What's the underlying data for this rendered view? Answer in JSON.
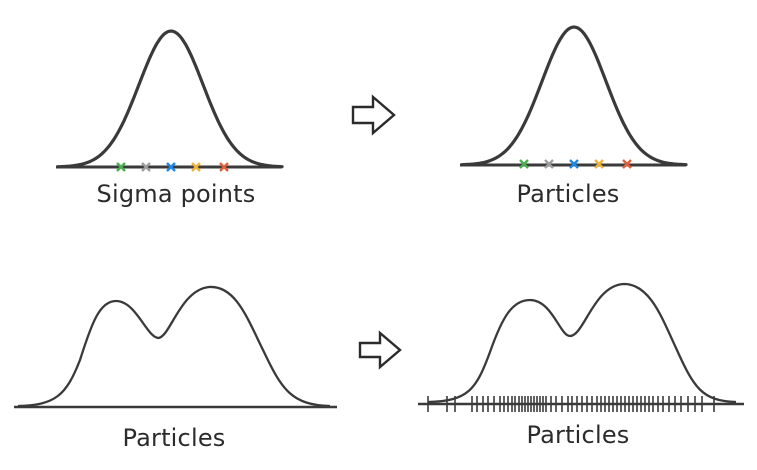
{
  "panels": {
    "top_left": {
      "caption": "Sigma points"
    },
    "top_right": {
      "caption": "Particles"
    },
    "bottom_left": {
      "caption": "Particles"
    },
    "bottom_right": {
      "caption": "Particles"
    }
  },
  "sigma_point_colors": [
    "#4caf50",
    "#9e9e9e",
    "#1e88e5",
    "#f0b43c",
    "#e0603c"
  ],
  "arrow_icon": "right-arrow-outline-icon",
  "colors": {
    "curve": "#3a3a3a",
    "axis": "#3a3a3a",
    "text": "#2b2b2b"
  }
}
